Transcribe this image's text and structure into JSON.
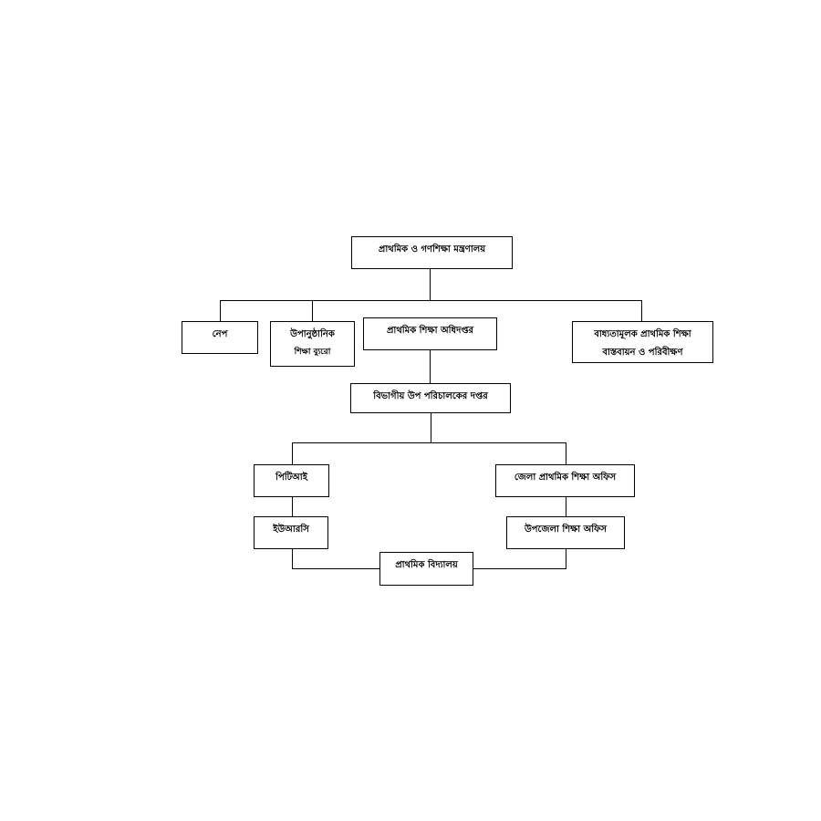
{
  "nodes": {
    "ministry": "প্রাথমিক ও গণশিক্ষা মন্ত্রণালয়",
    "nep": "নেপ",
    "non_formal": "উপানুষ্ঠানিক",
    "non_formal_cut": "শিক্ষা ব্যুরো",
    "dpe": "প্রাথমিক শিক্ষা অধিদপ্তর",
    "compulsory_line1": "বাধ্যতামূলক প্রাথমিক শিক্ষা",
    "compulsory_line2": "বাস্তবায়ন ও পরিবীক্ষণ",
    "divisional": "বিভাগীয় উপ পরিচালকের দপ্তর",
    "ptI": "পিটিআই",
    "district": "জেলা প্রাথমিক শিক্ষা অফিস",
    "urc": "ইউআরসি",
    "upazila": "উপজেলা শিক্ষা অফিস",
    "primary_school": "প্রাথমিক বিদ্যালয়"
  }
}
